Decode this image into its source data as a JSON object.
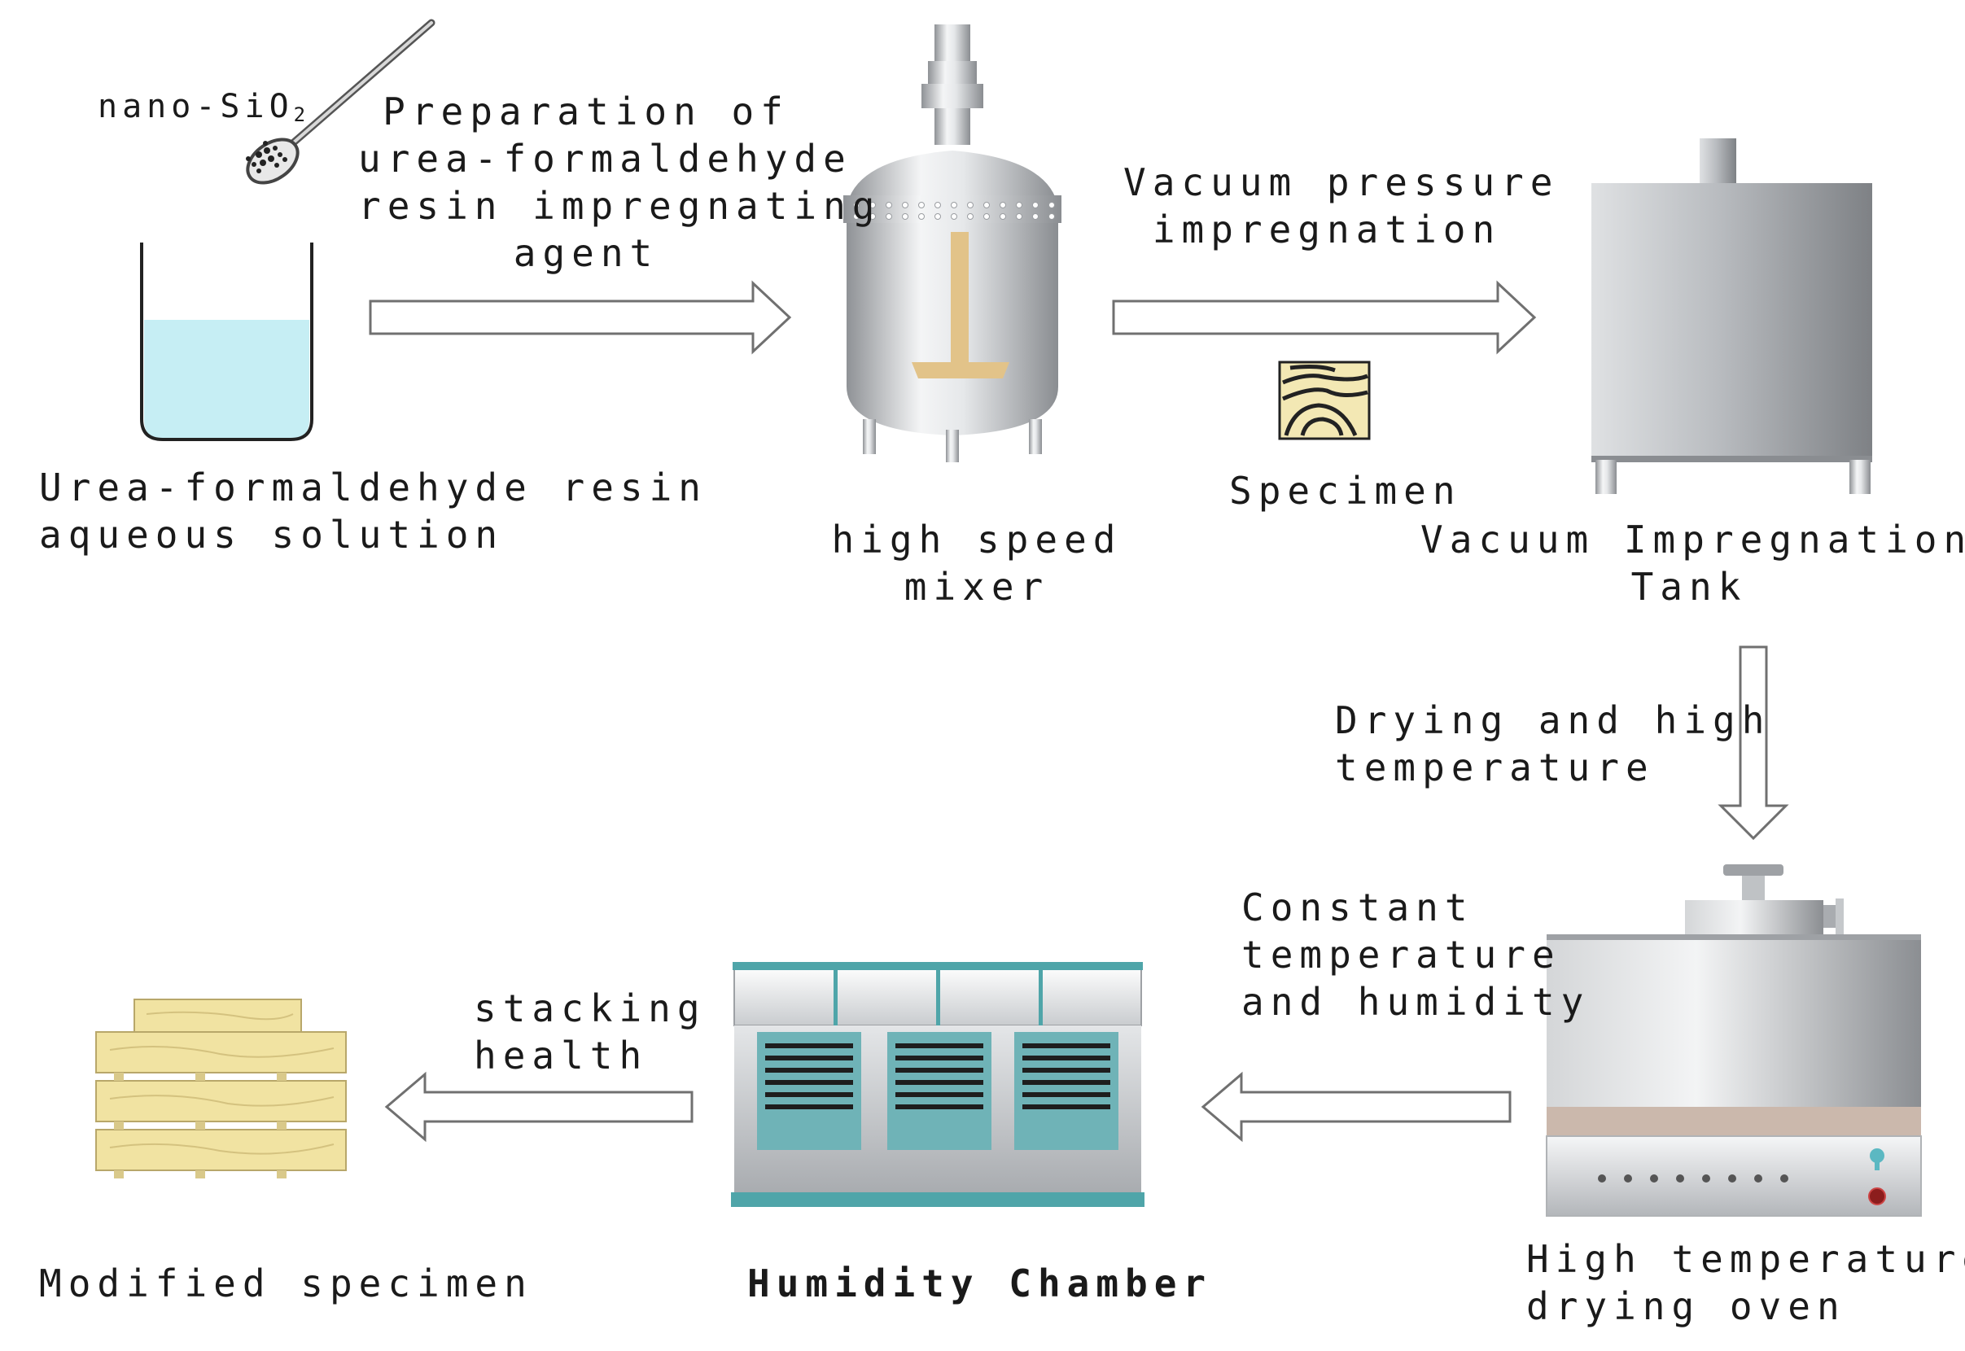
{
  "steps": {
    "solution": {
      "line1": "Urea-formaldehyde resin",
      "line2": "aqueous solution"
    },
    "additive": {
      "name": "nano-SiO",
      "subscript": "2"
    },
    "mixer": {
      "line1": "high speed",
      "line2": "mixer"
    },
    "specimen": {
      "label": "Specimen"
    },
    "tank": {
      "line1": "Vacuum Impregnation",
      "line2": "Tank"
    },
    "oven": {
      "line1": "High temperature",
      "line2": "drying oven"
    },
    "chamber": {
      "label": "Humidity Chamber"
    },
    "modified": {
      "label": "Modified specimen"
    }
  },
  "arrows": {
    "a1": {
      "line1": "Preparation of",
      "line2": "urea-formaldehyde",
      "line3": "resin impregnating",
      "line4": "agent"
    },
    "a2": {
      "line1": "Vacuum pressure",
      "line2": "impregnation"
    },
    "a3": {
      "line1": "Drying and high",
      "line2": "temperature"
    },
    "a4": {
      "line1": "Constant",
      "line2": "temperature",
      "line3": "and humidity"
    },
    "a5": {
      "line1": "stacking",
      "line2": "health"
    }
  },
  "colors": {
    "liquid": "#c6eef4",
    "teal": "#4fa5a9",
    "steel_light": "#f2f3f4",
    "steel_dark": "#9a9da1",
    "wood": "#f1e3a2",
    "paddle": "#e2c389"
  }
}
